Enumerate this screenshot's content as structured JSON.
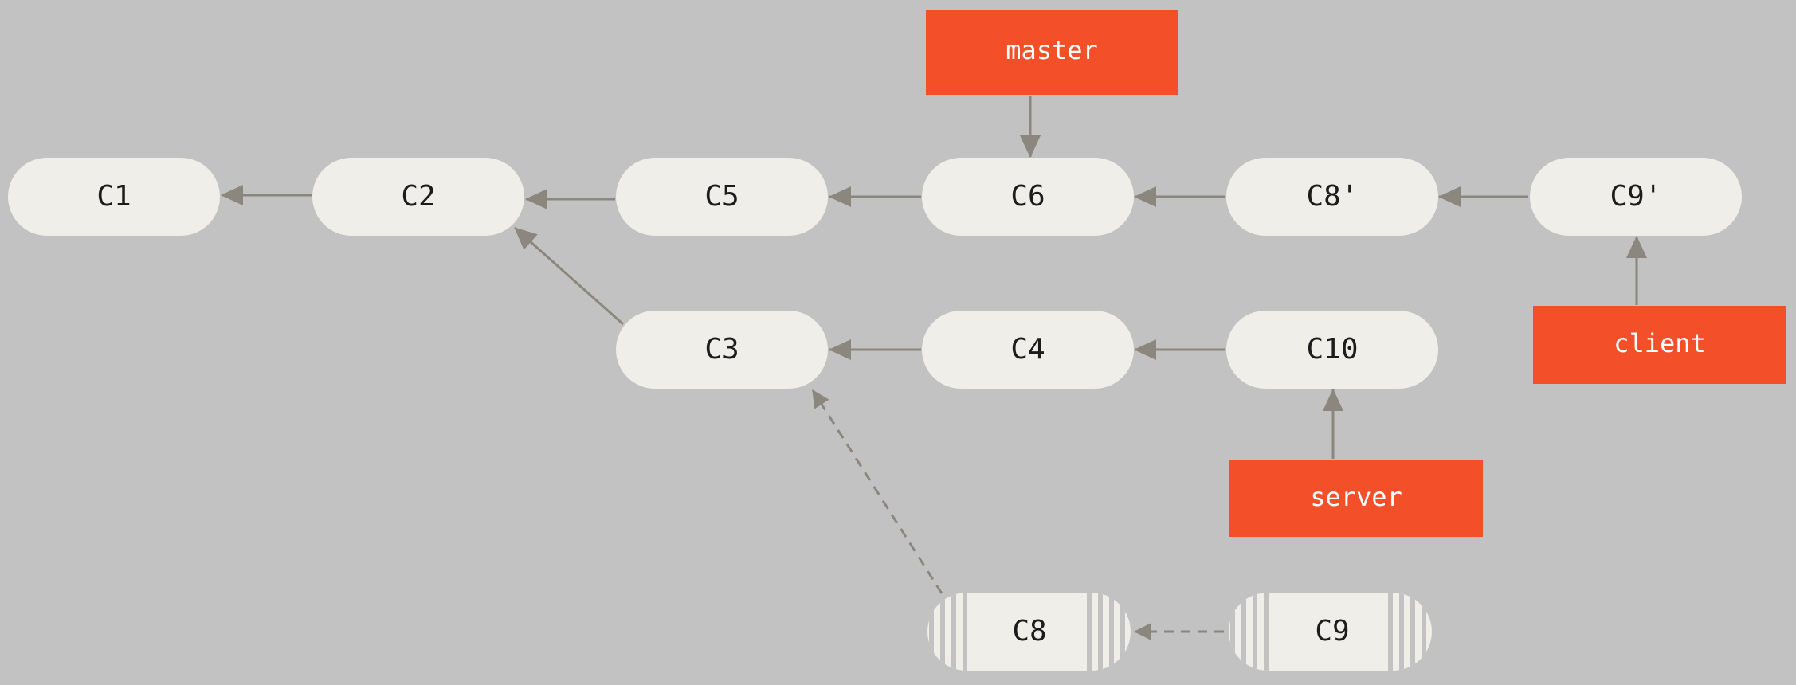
{
  "colors": {
    "background": "#c2c2c2",
    "commit_fill": "#efeee8",
    "branch_fill": "#f34f29",
    "arrow": "#8c877e",
    "stripe": "#ffffff",
    "text": "#1c1c1c",
    "label_text": "#ffffff"
  },
  "commits": {
    "c1": "C1",
    "c2": "C2",
    "c5": "C5",
    "c6": "C6",
    "c8p": "C8'",
    "c9p": "C9'",
    "c3": "C3",
    "c4": "C4",
    "c10": "C10",
    "c8": "C8",
    "c9": "C9"
  },
  "branches": {
    "master": "master",
    "client": "client",
    "server": "server"
  }
}
